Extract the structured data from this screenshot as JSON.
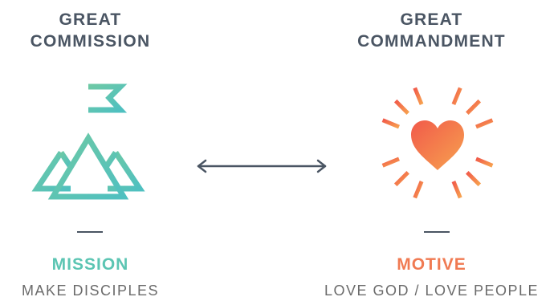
{
  "left": {
    "heading_line1": "GREAT",
    "heading_line2": "COMMISSION",
    "icon": "mountain-flag-icon",
    "title": "MISSION",
    "subtitle": "MAKE DISCIPLES"
  },
  "right": {
    "heading_line1": "GREAT",
    "heading_line2": "COMMANDMENT",
    "icon": "radiating-heart-icon",
    "title": "MOTIVE",
    "subtitle": "LOVE GOD / LOVE PEOPLE"
  },
  "connector": {
    "icon": "double-arrow-icon"
  },
  "colors": {
    "heading": "#4a5563",
    "mission": "#5cc5b3",
    "motive": "#f07a52",
    "subtitle": "#6b6b6b"
  }
}
